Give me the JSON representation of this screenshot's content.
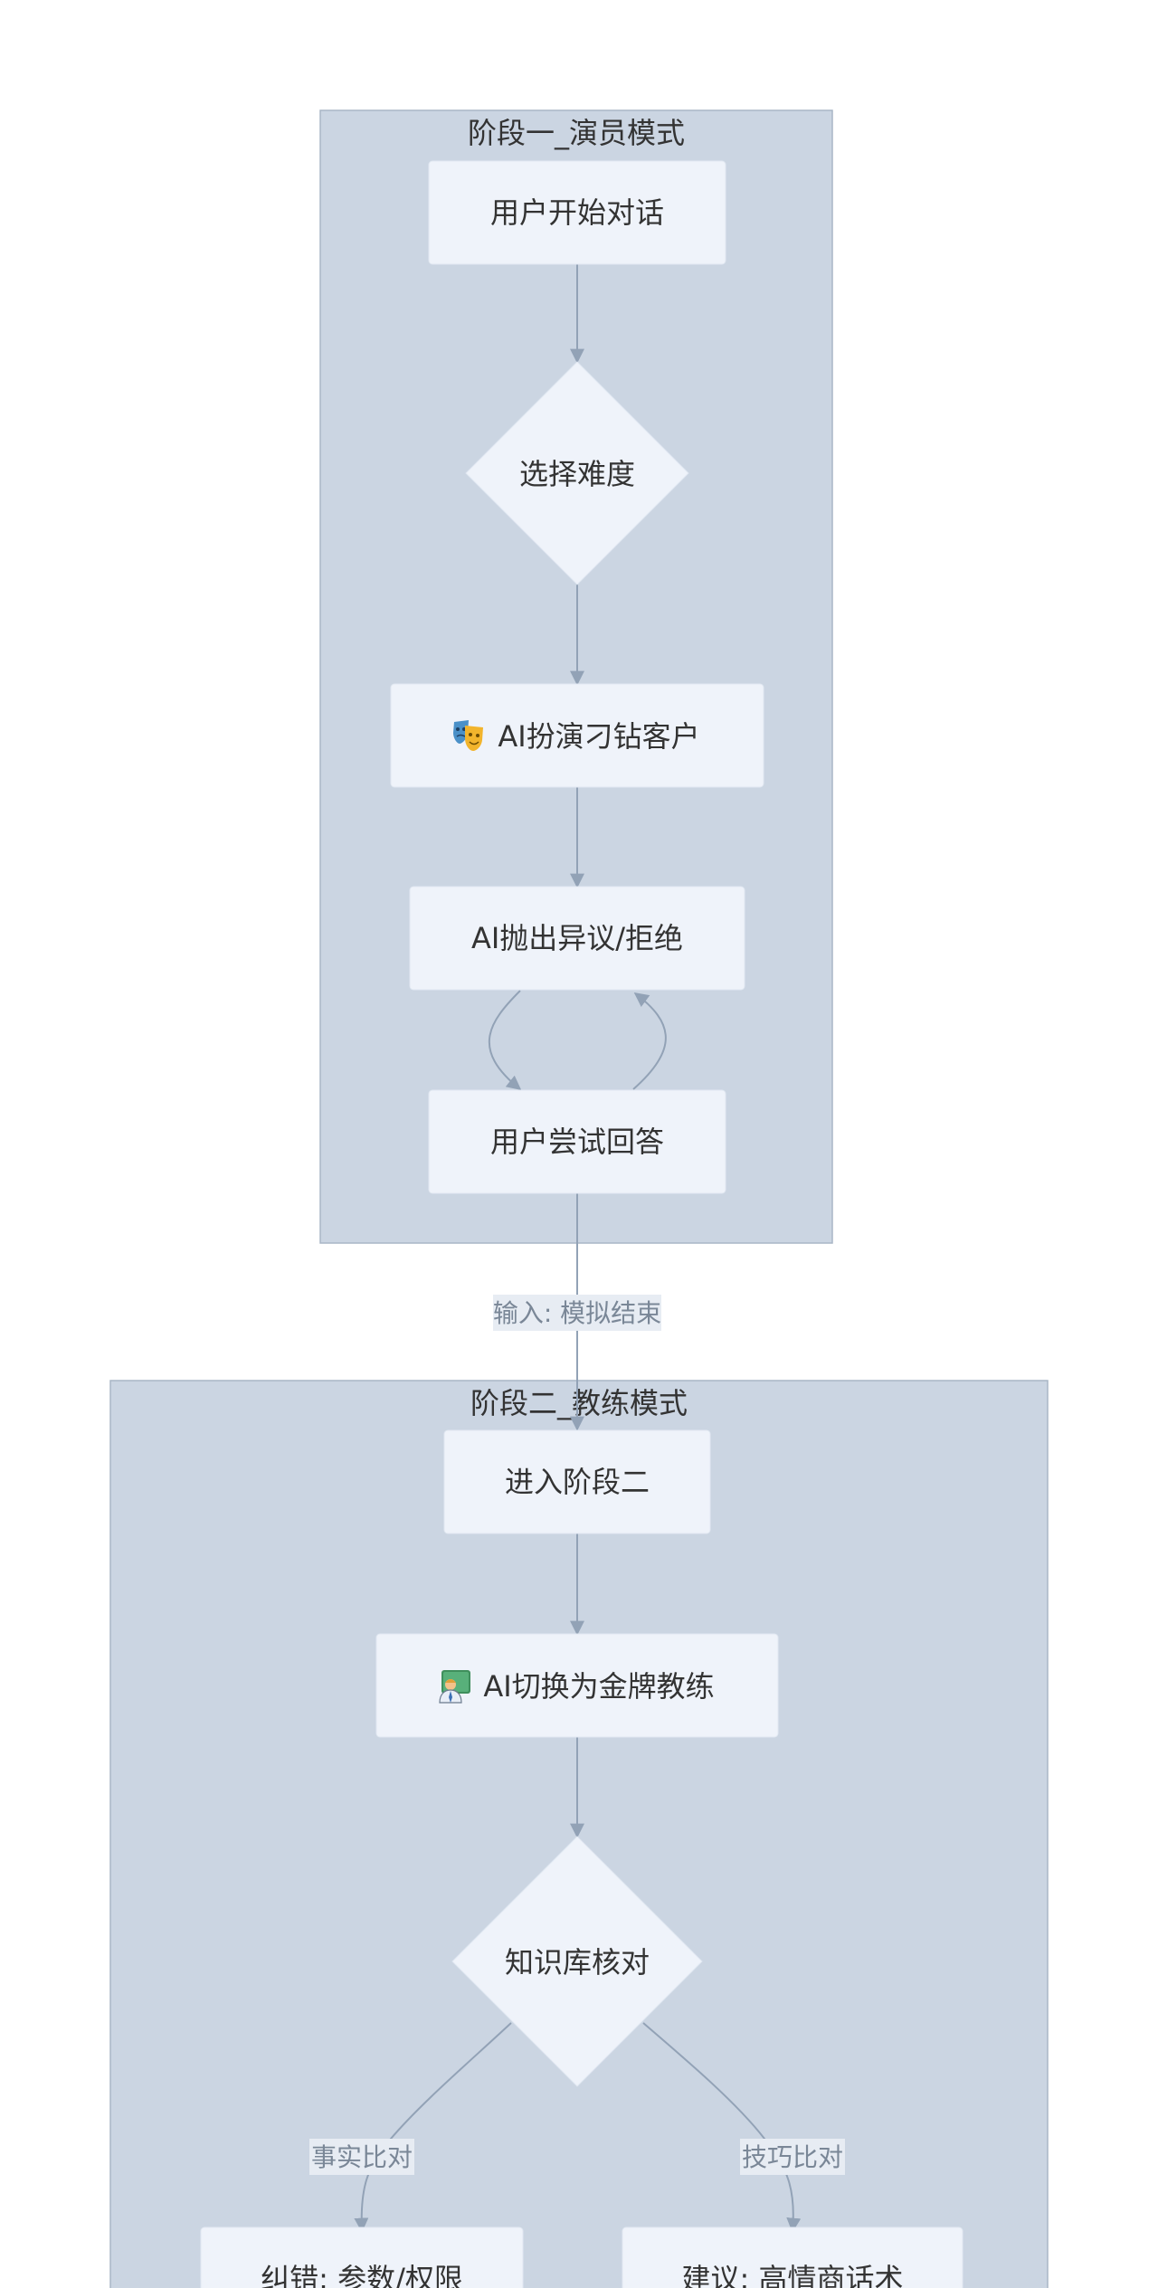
{
  "clusters": {
    "stage1": {
      "title": "阶段一_演员模式"
    },
    "stage2": {
      "title": "阶段二_教练模式"
    }
  },
  "nodes": {
    "user_start": "用户开始对话",
    "select_difficulty": "选择难度",
    "ai_role": {
      "icon": "theater-masks-icon",
      "text": "AI扮演刁钻客户"
    },
    "ai_objection": "AI抛出异议/拒绝",
    "user_answer": "用户尝试回答",
    "enter_stage2": "进入阶段二",
    "ai_coach": {
      "icon": "teacher-icon",
      "text": "AI切换为金牌教练"
    },
    "kb_check": "知识库核对",
    "correct_error": "纠错: 参数/权限",
    "suggestion": "建议: 高情商话术"
  },
  "edges": {
    "sim_end": "输入: 模拟结束",
    "fact_compare": "事实比对",
    "skill_compare": "技巧比对"
  },
  "colors": {
    "cluster_fill": "#cbd5e2",
    "node_fill": "#eff3fa",
    "edge_stroke": "#92a2b6",
    "text": "#333333"
  }
}
